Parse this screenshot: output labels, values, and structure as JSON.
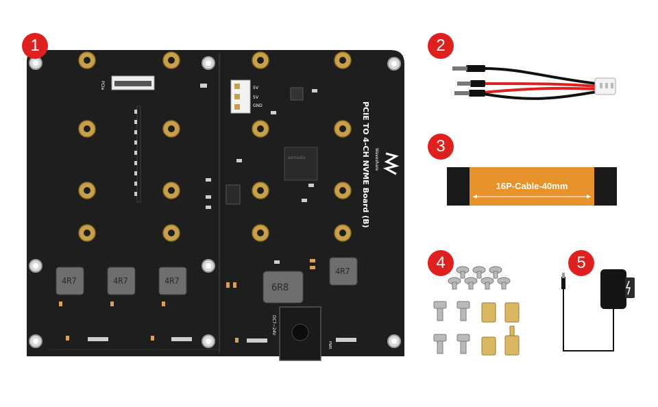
{
  "badges": {
    "item_1": "1",
    "item_2": "2",
    "item_3": "3",
    "item_4": "4",
    "item_5": "5"
  },
  "board": {
    "title": "PCIE TO 4-CH NVME Board (B)",
    "brand": "Waveshare",
    "pcie_label": "PCIe",
    "power_pin_5v_a": "5V",
    "power_pin_5v_b": "5V",
    "power_pin_gnd": "GND",
    "dc_label": "DC7~24V",
    "inductor_small": "4R7",
    "inductor_large": "6R8",
    "pwr_label": "PWR",
    "chip_label": "asmedia"
  },
  "cable": {
    "label": "16P-Cable-40mm"
  },
  "colors": {
    "badge": "#e01f1f",
    "pcb": "#1e1e1e",
    "gold_ring": "#c9a04a",
    "flex_cable": "#e8922c",
    "wire_red": "#e02020",
    "wire_black": "#111111"
  }
}
